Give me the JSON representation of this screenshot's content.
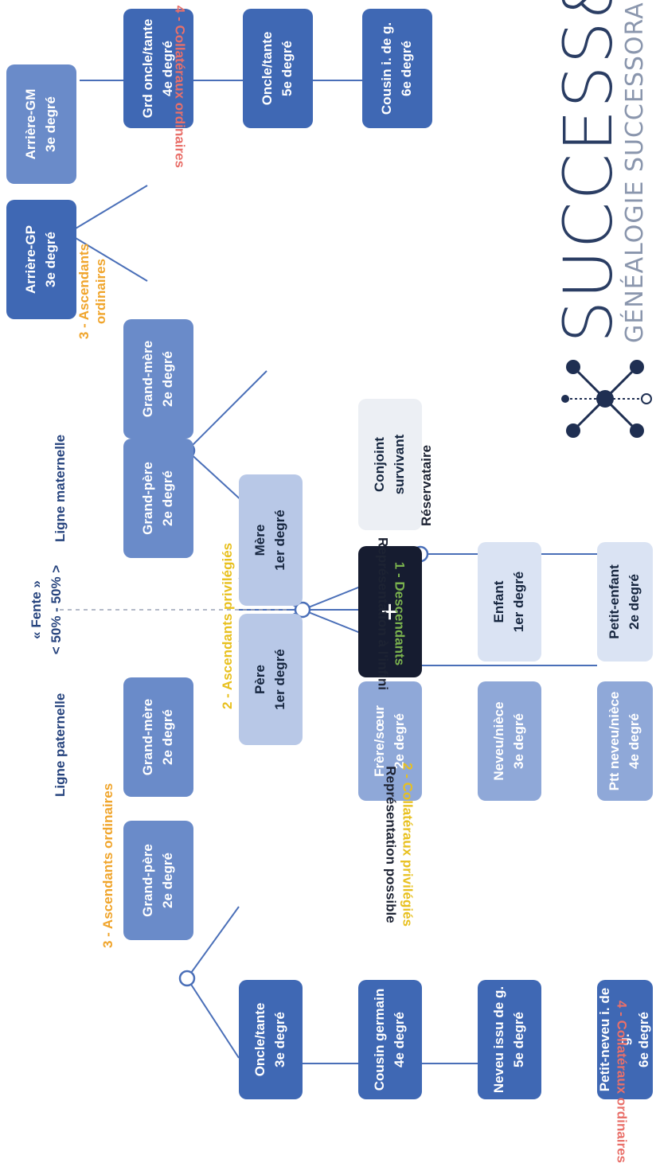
{
  "header": {
    "ligne_paternelle": "Ligne paternelle",
    "ligne_maternelle": "Ligne maternelle",
    "fente_title": "« Fente »",
    "fente_split": "< 50% - 50% >"
  },
  "nodes": {
    "arriere_gm": {
      "name": "Arrière-GM",
      "degree": "3e degré"
    },
    "arriere_gp": {
      "name": "Arrière-GP",
      "degree": "3e degré"
    },
    "grand_mere_mat": {
      "name": "Grand-mère",
      "degree": "2e degré"
    },
    "grand_pere_mat": {
      "name": "Grand-père",
      "degree": "2e degré"
    },
    "grand_mere_pat": {
      "name": "Grand-mère",
      "degree": "2e degré"
    },
    "grand_pere_pat": {
      "name": "Grand-père",
      "degree": "2e degré"
    },
    "mere": {
      "name": "Mère",
      "degree": "1er degré"
    },
    "pere": {
      "name": "Père",
      "degree": "1er degré"
    },
    "grd_oncle": {
      "name": "Grd oncle/tante",
      "degree": "4e degré"
    },
    "oncle_mat": {
      "name": "Oncle/tante",
      "degree": "5e degré"
    },
    "cousin_i": {
      "name": "Cousin i. de g.",
      "degree": "6e degré"
    },
    "frere_soeur": {
      "name": "Frère/sœur",
      "degree": "2e degré"
    },
    "neveu": {
      "name": "Neveu/nièce",
      "degree": "3e degré"
    },
    "ptt_neveu": {
      "name": "Ptt neveu/nièce",
      "degree": "4e degré"
    },
    "conjoint": {
      "name": "Conjoint",
      "degree": "survivant"
    },
    "enfant": {
      "name": "Enfant",
      "degree": "1er degré"
    },
    "petit_enfant": {
      "name": "Petit-enfant",
      "degree": "2e degré"
    },
    "oncle_pat": {
      "name": "Oncle/tante",
      "degree": "3e degré"
    },
    "cousin_germain": {
      "name": "Cousin germain",
      "degree": "4e degré"
    },
    "neveu_issu": {
      "name": "Neveu issu de g.",
      "degree": "5e degré"
    },
    "petit_neveu": {
      "name": "Petit-neveu i. de g.",
      "degree": "6e degré"
    },
    "deceased": {
      "symbol": "+"
    }
  },
  "labels": {
    "ascendants_ord_mat_1": "3 - Ascendants",
    "ascendants_ord_mat_2": "ordinaires",
    "ascendants_ord_pat": "3 - Ascendants ordinaires",
    "ascendants_priv": "2 - Ascendants privilégiés",
    "collateraux_ord": "4 - Collatéraux ordinaires",
    "collateraux_priv_1": "2 - Collatéraux privilégiés",
    "collateraux_priv_2": "Représentation possible",
    "descendants_1": "1 - Descendants",
    "descendants_2": "Représentation à l'infini",
    "reservataire": "Réservataire"
  },
  "logo": {
    "name": "SUCCESS&CO",
    "subtitle": "GÉNÉALOGIE SUCCESSORALE"
  },
  "colors": {
    "degree_dark": "#3f68b4",
    "degree_mid": "#6a8bc9",
    "degree_light": "#b8c8e7",
    "deceased": "#161c30",
    "label_orange": "#f0a52c",
    "label_yellow": "#e8c01e",
    "label_green": "#7ab24e",
    "label_red": "#e9706a",
    "label_blue": "#27447e"
  }
}
